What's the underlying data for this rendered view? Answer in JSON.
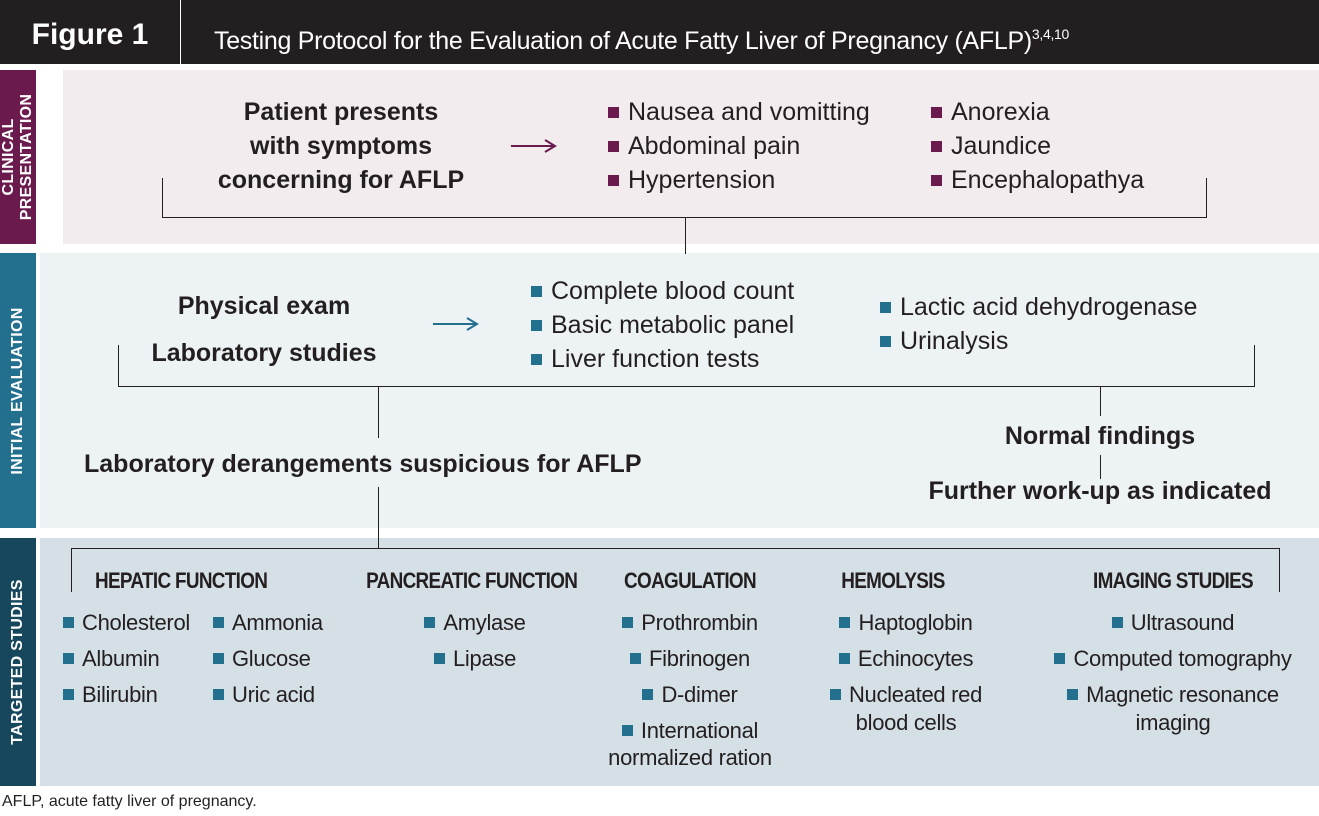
{
  "header": {
    "figure_label": "Figure 1",
    "title": "Testing Protocol for the Evaluation of Acute Fatty Liver of Pregnancy (AFLP)",
    "title_refs": "3,4,10"
  },
  "colors": {
    "header_bg": "#231f20",
    "clinical_tab": "#6b1a4e",
    "initial_tab": "#236f8e",
    "targeted_tab": "#16475c",
    "clinical_panel": "#f2ecef",
    "initial_panel": "#edf2f5",
    "targeted_panel": "#d5e0e6"
  },
  "clinical_presentation": {
    "tab_line1": "CLINICAL",
    "tab_line2": "PRESENTATION",
    "patient_lines": [
      "Patient presents",
      "with symptoms",
      "concerning for AFLP"
    ],
    "arrow": "→",
    "symptoms_col1": [
      "Nausea and vomitting",
      "Abdominal pain",
      "Hypertension"
    ],
    "symptoms_col2": [
      "Anorexia",
      "Jaundice",
      "Encephalopathya"
    ]
  },
  "initial_evaluation": {
    "tab_label": "INITIAL EVALUATION",
    "physical_exam": "Physical exam",
    "laboratory_studies": "Laboratory studies",
    "arrow": "→",
    "tests_col1": [
      "Complete blood count",
      "Basic metabolic panel",
      "Liver function tests"
    ],
    "tests_col2": [
      "Lactic acid dehydrogenase",
      "Urinalysis"
    ],
    "derangements": "Laboratory derangements suspicious for AFLP",
    "normal_findings": "Normal findings",
    "further_workup": "Further work-up as indicated"
  },
  "targeted_studies": {
    "tab_label": "TARGETED STUDIES",
    "hepatic": {
      "heading": "HEPATIC FUNCTION",
      "col1": [
        "Cholesterol",
        "Albumin",
        "Bilirubin"
      ],
      "col2": [
        "Ammonia",
        "Glucose",
        "Uric acid"
      ]
    },
    "pancreatic": {
      "heading": "PANCREATIC FUNCTION",
      "items": [
        "Amylase",
        "Lipase"
      ]
    },
    "coagulation": {
      "heading": "COAGULATION",
      "items": [
        "Prothrombin",
        "Fibrinogen",
        "D-dimer"
      ],
      "inr_line1": "International",
      "inr_line2": "normalized ration"
    },
    "hemolysis": {
      "heading": "HEMOLYSIS",
      "items": [
        "Haptoglobin",
        "Echinocytes"
      ],
      "nrbc_line1": "Nucleated red",
      "nrbc_line2": "blood cells"
    },
    "imaging": {
      "heading": "IMAGING STUDIES",
      "items": [
        "Ultrasound",
        "Computed tomography"
      ],
      "mri_line1": "Magnetic resonance",
      "mri_line2": "imaging"
    }
  },
  "footnote": "AFLP, acute fatty liver of pregnancy."
}
